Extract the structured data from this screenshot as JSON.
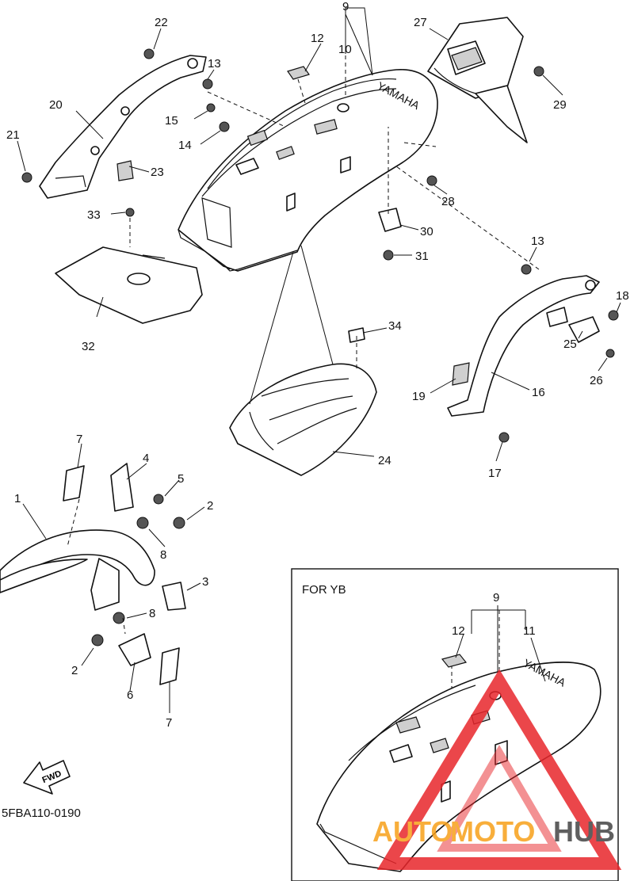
{
  "diagram_code": "5FBA110-0190",
  "inset_title": "FOR YB",
  "fwd_label": "FWD",
  "fender_brand_text": "YAMAHA",
  "watermark": {
    "text_auto": "AUTO",
    "text_moto": "MOTO",
    "text_hub": "HUB",
    "color_accent": "#f7a11a",
    "color_triangle": "#e8262b",
    "color_dark": "#444444"
  },
  "callouts": {
    "c1": "1",
    "c2a": "2",
    "c2b": "2",
    "c3": "3",
    "c4": "4",
    "c5": "5",
    "c6": "6",
    "c7a": "7",
    "c7b": "7",
    "c8a": "8",
    "c8b": "8",
    "c9": "9",
    "c10": "10",
    "c12": "12",
    "c13a": "13",
    "c13b": "13",
    "c14": "14",
    "c15": "15",
    "c16": "16",
    "c17": "17",
    "c18": "18",
    "c19": "19",
    "c20": "20",
    "c21": "21",
    "c22": "22",
    "c23": "23",
    "c24": "24",
    "c25": "25",
    "c26": "26",
    "c27": "27",
    "c28": "28",
    "c29": "29",
    "c30": "30",
    "c31": "31",
    "c32": "32",
    "c33": "33",
    "c34": "34",
    "yb9": "9",
    "yb11": "11",
    "yb12": "12"
  }
}
